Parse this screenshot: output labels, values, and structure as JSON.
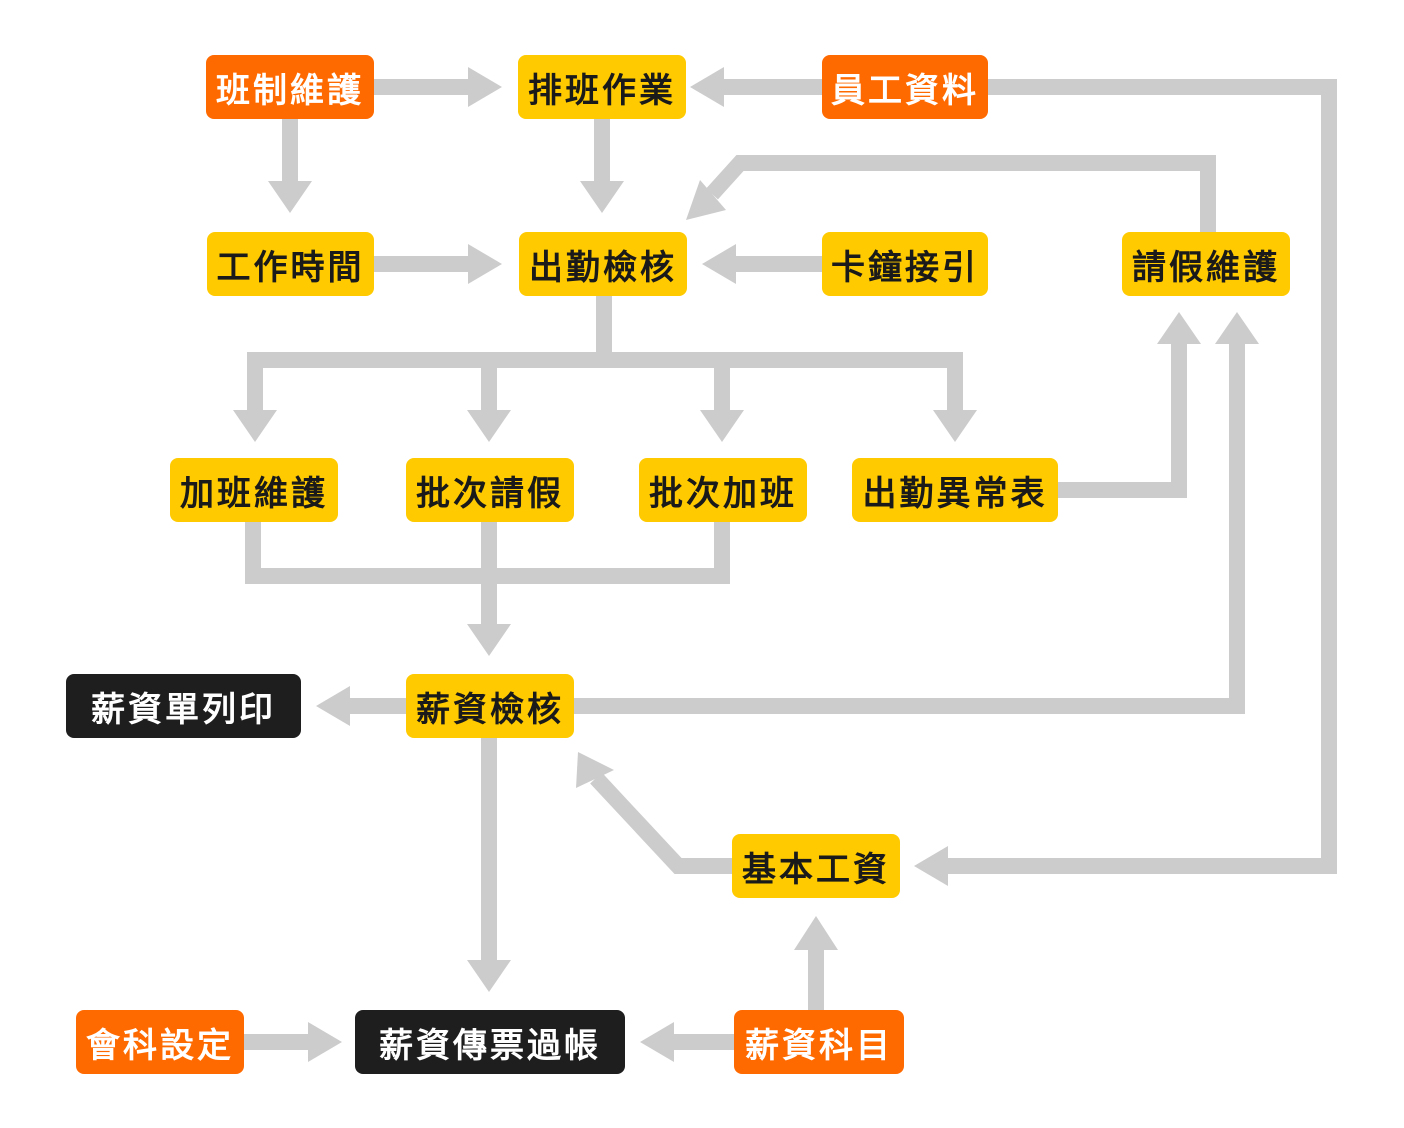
{
  "colors": {
    "process": "#FFCA00",
    "master_data": "#FF6A00",
    "output": "#1E1E1E",
    "connector": "#CCCCCC"
  },
  "nodes": {
    "shift_maintenance": "班制維護",
    "scheduling": "排班作業",
    "employee_data": "員工資料",
    "working_hours": "工作時間",
    "attendance_check": "出勤檢核",
    "time_clock_import": "卡鐘接引",
    "leave_maintenance": "請假維護",
    "overtime_maintenance": "加班維護",
    "batch_leave": "批次請假",
    "batch_overtime": "批次加班",
    "attendance_exception_report": "出勤異常表",
    "payslip_print": "薪資單列印",
    "payroll_check": "薪資檢核",
    "basic_salary": "基本工資",
    "accounting_setup": "會科設定",
    "payroll_voucher_posting": "薪資傳票過帳",
    "payroll_items": "薪資科目"
  }
}
